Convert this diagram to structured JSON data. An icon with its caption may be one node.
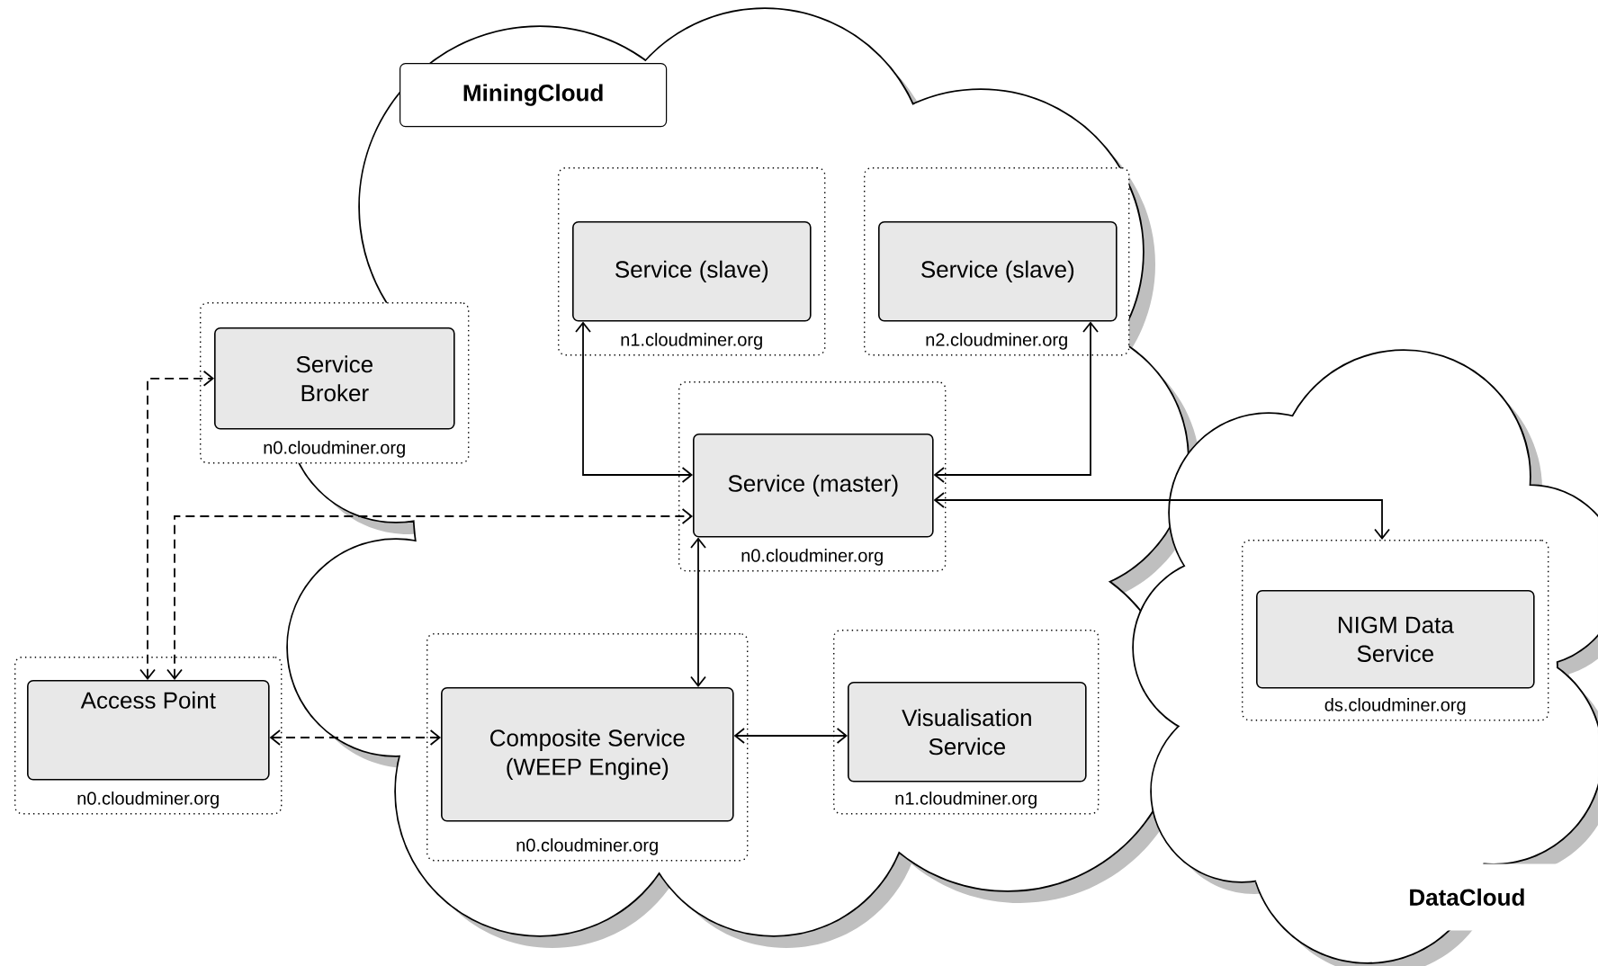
{
  "diagram": {
    "nodes": [
      {
        "text": [
          "MiningCloud"
        ]
      },
      {
        "text": [
          "DataCloud"
        ]
      },
      {
        "text": [
          "n0.cloudminer.org"
        ]
      },
      {
        "text": [
          "Service Broker"
        ],
        "in": 2
      },
      {
        "text": [
          "n1.cloudminer.org"
        ]
      },
      {
        "text": [
          "Service (slave)"
        ],
        "in": 4
      },
      {
        "text": [
          "n2.cloudminer.org"
        ]
      },
      {
        "text": [
          "Service (slave)"
        ],
        "in": 6
      },
      {
        "text": [
          "n0.cloudminer.org"
        ]
      },
      {
        "text": [
          "Service (master)"
        ],
        "in": 8
      },
      {
        "text": [
          "ds.cloudminer.org"
        ]
      },
      {
        "text": [
          "NIGM Data Service"
        ],
        "in": 10
      },
      {
        "text": [
          "n0.cloudminer.org"
        ]
      },
      {
        "text": [
          "Access Point"
        ],
        "in": 12
      },
      {
        "text": [
          "n0.cloudminer.org"
        ]
      },
      {
        "text": [
          "Composite Service (WEEP Engine)"
        ],
        "in": 14
      },
      {
        "text": [
          "n1.cloudminer.org"
        ]
      },
      {
        "text": [
          "Visualisation Service"
        ],
        "in": 16
      }
    ],
    "edges": [
      {
        "from": 13,
        "to": 3,
        "arrow": "both",
        "style": "dashed"
      },
      {
        "from": 13,
        "to": 9,
        "arrow": "both",
        "style": "dashed"
      },
      {
        "from": 13,
        "to": 15,
        "arrow": "both",
        "style": "dashed"
      },
      {
        "from": 5,
        "to": 9,
        "arrow": "both"
      },
      {
        "from": 7,
        "to": 9,
        "arrow": "both"
      },
      {
        "from": 9,
        "to": 10,
        "arrow": "both"
      },
      {
        "from": 9,
        "to": 15,
        "arrow": "both"
      },
      {
        "from": 15,
        "to": 17,
        "arrow": "both"
      }
    ]
  }
}
